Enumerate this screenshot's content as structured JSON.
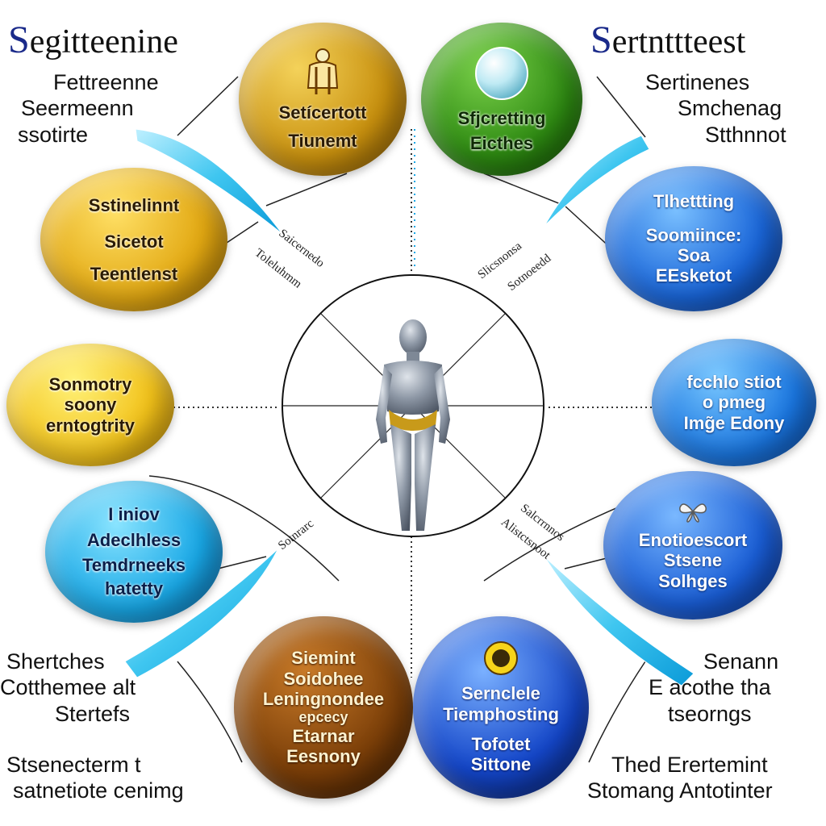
{
  "colors": {
    "gold": "#d9a514",
    "amber": "#c8880a",
    "yellow": "#f2c21a",
    "green": "#3a9a1a",
    "sky": "#19a8e6",
    "blue": "#1a66d9",
    "deep_blue": "#1446c8",
    "brown": "#7a3e08",
    "ribbon": "#3fc6f0"
  },
  "titles": {
    "left": {
      "cap": "S",
      "rest": "egitteenine"
    },
    "right": {
      "cap": "S",
      "rest": "ertnttteest"
    }
  },
  "side_texts": {
    "top_left": [
      "Fettreenne",
      "Seermeenn",
      "ssotirte"
    ],
    "top_right": [
      "Sertinenes",
      "Smchenag",
      "Stthnnot"
    ],
    "bottom_left_1": [
      "Shertches",
      "Cotthemee  alt",
      "Stertefs"
    ],
    "bottom_left_2": [
      "Stsenecterm    t",
      "satnetiote  cenimg"
    ],
    "bottom_right_1": [
      "Senann",
      "E  acothe tha",
      "tseorngs"
    ],
    "bottom_right_2": [
      "Thed Erertemint",
      "Stomang Antotinter"
    ]
  },
  "nodes": {
    "top_gold": {
      "icon": "figure-icon",
      "lines": [
        "Setícertott",
        "Tiunemt"
      ]
    },
    "top_green": {
      "icon": "orb-icon",
      "lines": [
        "Sfjcretting",
        "Eicthes"
      ]
    },
    "left_1": {
      "lines": [
        "Sstinelinnt",
        "Sicetot",
        "Teentlenst"
      ]
    },
    "left_2": {
      "lines": [
        "Sonmotry",
        "soony",
        "erntogtrity"
      ]
    },
    "left_3": {
      "lines": [
        "I  iniov",
        "Adeclhless",
        "Temdrneeks",
        "hatetty"
      ]
    },
    "right_1": {
      "lines": [
        "Tlhettting",
        "Soomiince:",
        "Soa",
        "EEsketot"
      ]
    },
    "right_2": {
      "lines": [
        "fcchlo stiot",
        "o pmeg",
        "Img̃e  Edony"
      ]
    },
    "right_3": {
      "icon": "butterfly-icon",
      "lines": [
        "Enotioescort",
        "Stsene",
        "Solhges"
      ]
    },
    "bottom_brown": {
      "lines": [
        "Siemint",
        "Soidohee",
        "Leningnondee",
        "epcecy",
        "Etarnar",
        "Eesnony"
      ]
    },
    "bottom_blue": {
      "icon": "sun-icon",
      "lines": [
        "Sernclele",
        "Tiemphosting",
        "Tofotet",
        "Sittone"
      ]
    }
  },
  "diagonal_labels": {
    "ul_a": "Saicernedo",
    "ul_b": "Toleluhmm",
    "ur_a": "Slicsnonsa",
    "ur_b": "Sotnoeedd",
    "ll_a": "Sotnrarc",
    "lr_a": "Salcrrnnos",
    "lr_b": "Alistctsnoot"
  }
}
